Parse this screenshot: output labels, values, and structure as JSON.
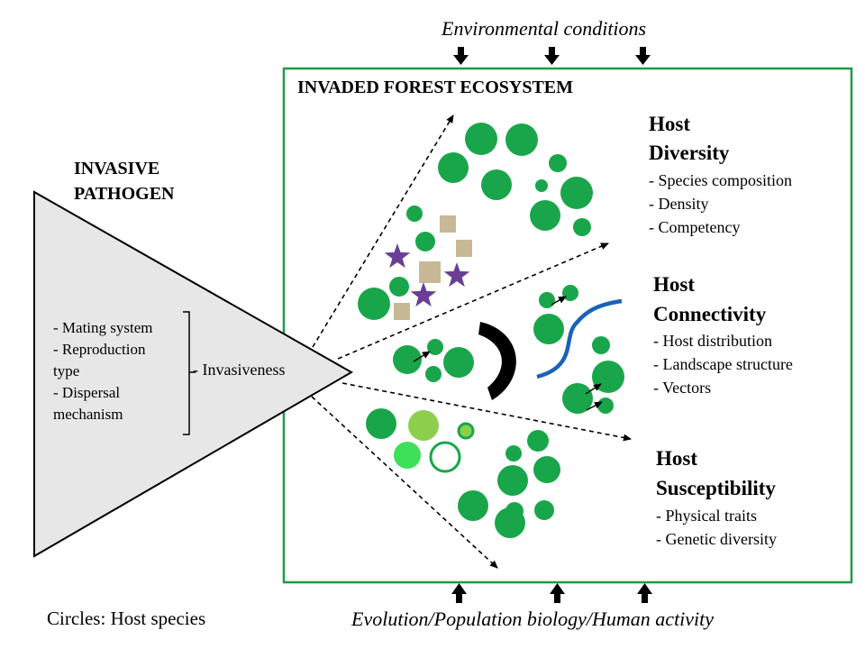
{
  "header": {
    "environment": "Environmental conditions"
  },
  "footer": {
    "legend": "Circles: Host species",
    "drivers": "Evolution/Population biology/Human activity"
  },
  "ecosystem": {
    "title": "INVADED FOREST ECOSYSTEM"
  },
  "pathogen": {
    "title_line1": "INVASIVE",
    "title_line2": "PATHOGEN",
    "traits": [
      "- Mating system",
      "- Reproduction",
      "type",
      "- Dispersal",
      "mechanism"
    ],
    "result": "- Invasiveness"
  },
  "sections": [
    {
      "title_line1": "Host",
      "title_line2": "Diversity",
      "items": [
        "- Species composition",
        "- Density",
        "- Competency"
      ]
    },
    {
      "title_line1": "Host",
      "title_line2": "Connectivity",
      "items": [
        "- Host distribution",
        "- Landscape structure",
        "- Vectors"
      ]
    },
    {
      "title_line1": "Host",
      "title_line2": "Susceptibility",
      "items": [
        "- Physical traits",
        "- Genetic diversity"
      ]
    }
  ],
  "colors": {
    "host_green": "#19a64a",
    "frame_green": "#1f9a46",
    "star_purple": "#6a3e94",
    "square_tan": "#c7b995",
    "light_green": "#8ccf4d",
    "bright_green": "#3ee05a",
    "river_blue": "#1a63b5",
    "triangle_fill": "#e7e7e7"
  }
}
